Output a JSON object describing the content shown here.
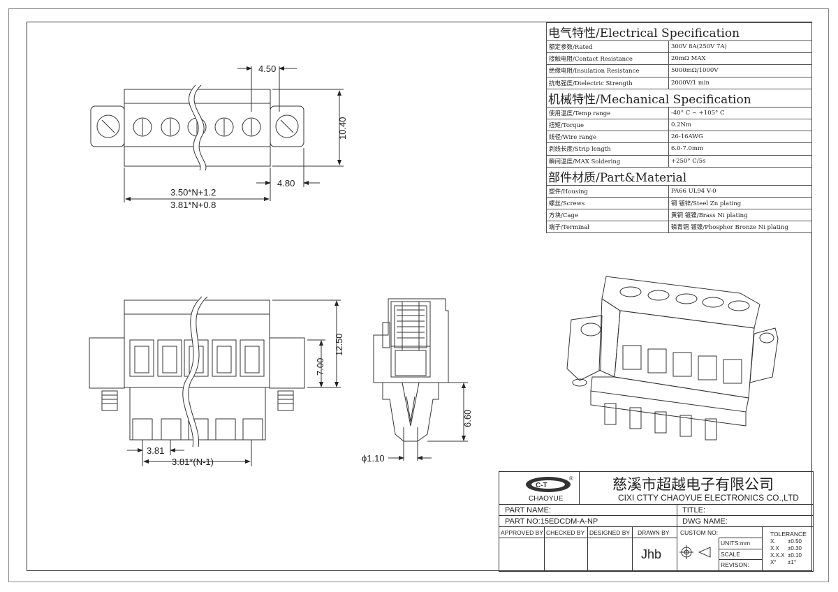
{
  "electrical": {
    "heading": "电气特性/Electrical Specification",
    "rows": [
      {
        "k": "额定参数/Rated",
        "v": "300V  8A(250V  7A)"
      },
      {
        "k": "接触电阻/Contact Resistance",
        "v": "20mΩ MAX"
      },
      {
        "k": "绝缘电阻/Insulation Resistance",
        "v": "5000mΩ/1000V"
      },
      {
        "k": "抗电强度/Dielectric Strength",
        "v": "2000V/1 min"
      }
    ]
  },
  "mechanical": {
    "heading": "机械特性/Mechanical Specification",
    "rows": [
      {
        "k": "使用温度/Temp range",
        "v": "-40° C ~ +105° C"
      },
      {
        "k": "扭矩/Torque",
        "v": "0.2Nm"
      },
      {
        "k": "线径/Wire range",
        "v": "26-16AWG"
      },
      {
        "k": "剥线长度/Strip length",
        "v": "6.0-7.0mm"
      },
      {
        "k": "瞬间温度/MAX Soldering",
        "v": "+250° C/5s"
      }
    ]
  },
  "material": {
    "heading": "部件材质/Part&Material",
    "rows": [
      {
        "k": "塑件/Housing",
        "v": "PA66 UL94 V-0"
      },
      {
        "k": "螺丝/Screws",
        "v": "钢 镀锌/Steel Zn plating"
      },
      {
        "k": "方块/Cage",
        "v": "黄铜 镀镍/Brass Ni plating"
      },
      {
        "k": "端子/Terminal",
        "v": "磷青铜 镀镍/Phosphor Bronze Ni plating"
      }
    ]
  },
  "dims": {
    "d450": "4.50",
    "d1040": "10.40",
    "d480": "4.80",
    "w1": "3.50*N+1.2",
    "w2": "3.81*N+0.8",
    "d1250": "12.50",
    "d700": "7.00",
    "d381": "3.81",
    "d381n": "3.81*(N-1)",
    "d660": "6.60",
    "d110": "ϕ1.10"
  },
  "titleblock": {
    "logo_text": "CHAOYUE",
    "company_cn": "慈溪市超越电子有限公司",
    "company_en": "CIXI CTTY CHAOYUE ELECTRONICS CO.,LTD",
    "part_name": "PART NAME:",
    "title": "TITLE:",
    "part_no": "PART NO:15EDCDM-A-NP",
    "dwg_name": "DWG NAME:",
    "approved": "APPROVED BY",
    "checked": "CHECKED BY",
    "designed": "DESIGNED BY",
    "drawn": "DRAWN BY",
    "custom": "CUSTOM NO:",
    "drawn_value": "Jhb",
    "units": "UNITS:mm",
    "scale": "SCALE",
    "revison": "REVISON:",
    "tolerance": "TOLERANCE",
    "tol": [
      {
        "k": "X.",
        "v": "±0.50"
      },
      {
        "k": "X.X",
        "v": "±0.30"
      },
      {
        "k": "X.X.X",
        "v": "±0.10"
      },
      {
        "k": "X°",
        "v": "±1°"
      }
    ]
  }
}
